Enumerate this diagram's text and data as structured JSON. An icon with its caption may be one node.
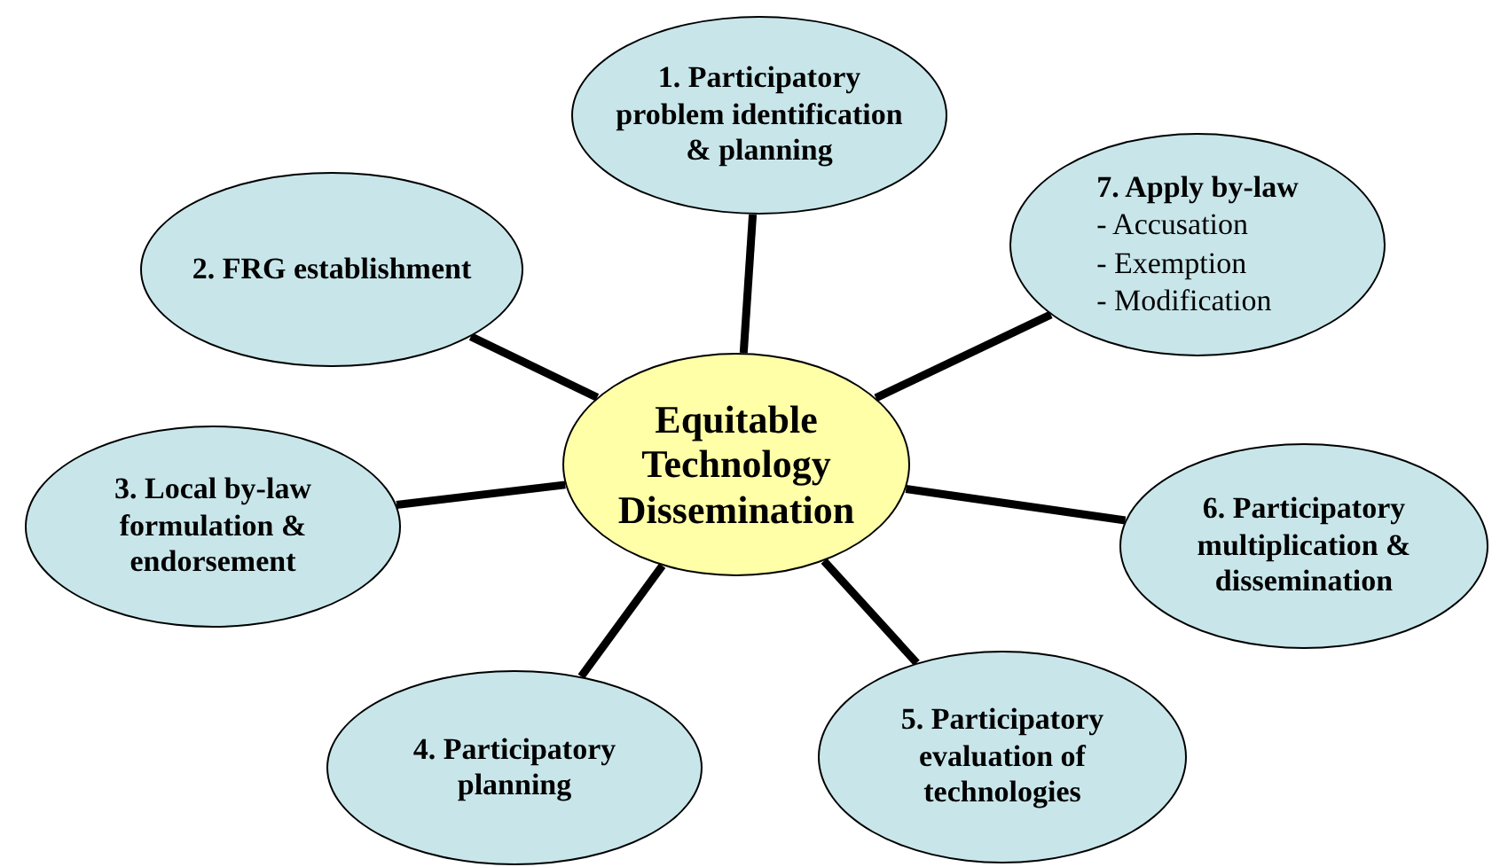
{
  "diagram": {
    "nodes": [
      {
        "text": [
          "Equitable Technology Dissemination"
        ]
      },
      {
        "text": [
          "1. Participatory problem identification & planning"
        ]
      },
      {
        "text": [
          "2. FRG establishment"
        ]
      },
      {
        "text": [
          "3. Local by-law formulation & endorsement"
        ]
      },
      {
        "text": [
          "4. Participatory planning"
        ]
      },
      {
        "text": [
          "5. Participatory evaluation of technologies"
        ]
      },
      {
        "text": [
          "6. Participatory multiplication & dissemination"
        ]
      },
      {
        "text": [
          "7. Apply by-law",
          "- Accusation",
          "- Exemption",
          "- Modification"
        ]
      }
    ],
    "edges": [
      {
        "from": 0,
        "to": 1,
        "arrow": "none"
      },
      {
        "from": 0,
        "to": 2,
        "arrow": "none"
      },
      {
        "from": 0,
        "to": 3,
        "arrow": "none"
      },
      {
        "from": 0,
        "to": 4,
        "arrow": "none"
      },
      {
        "from": 0,
        "to": 5,
        "arrow": "none"
      },
      {
        "from": 0,
        "to": 6,
        "arrow": "none"
      },
      {
        "from": 0,
        "to": 7,
        "arrow": "none"
      }
    ]
  }
}
